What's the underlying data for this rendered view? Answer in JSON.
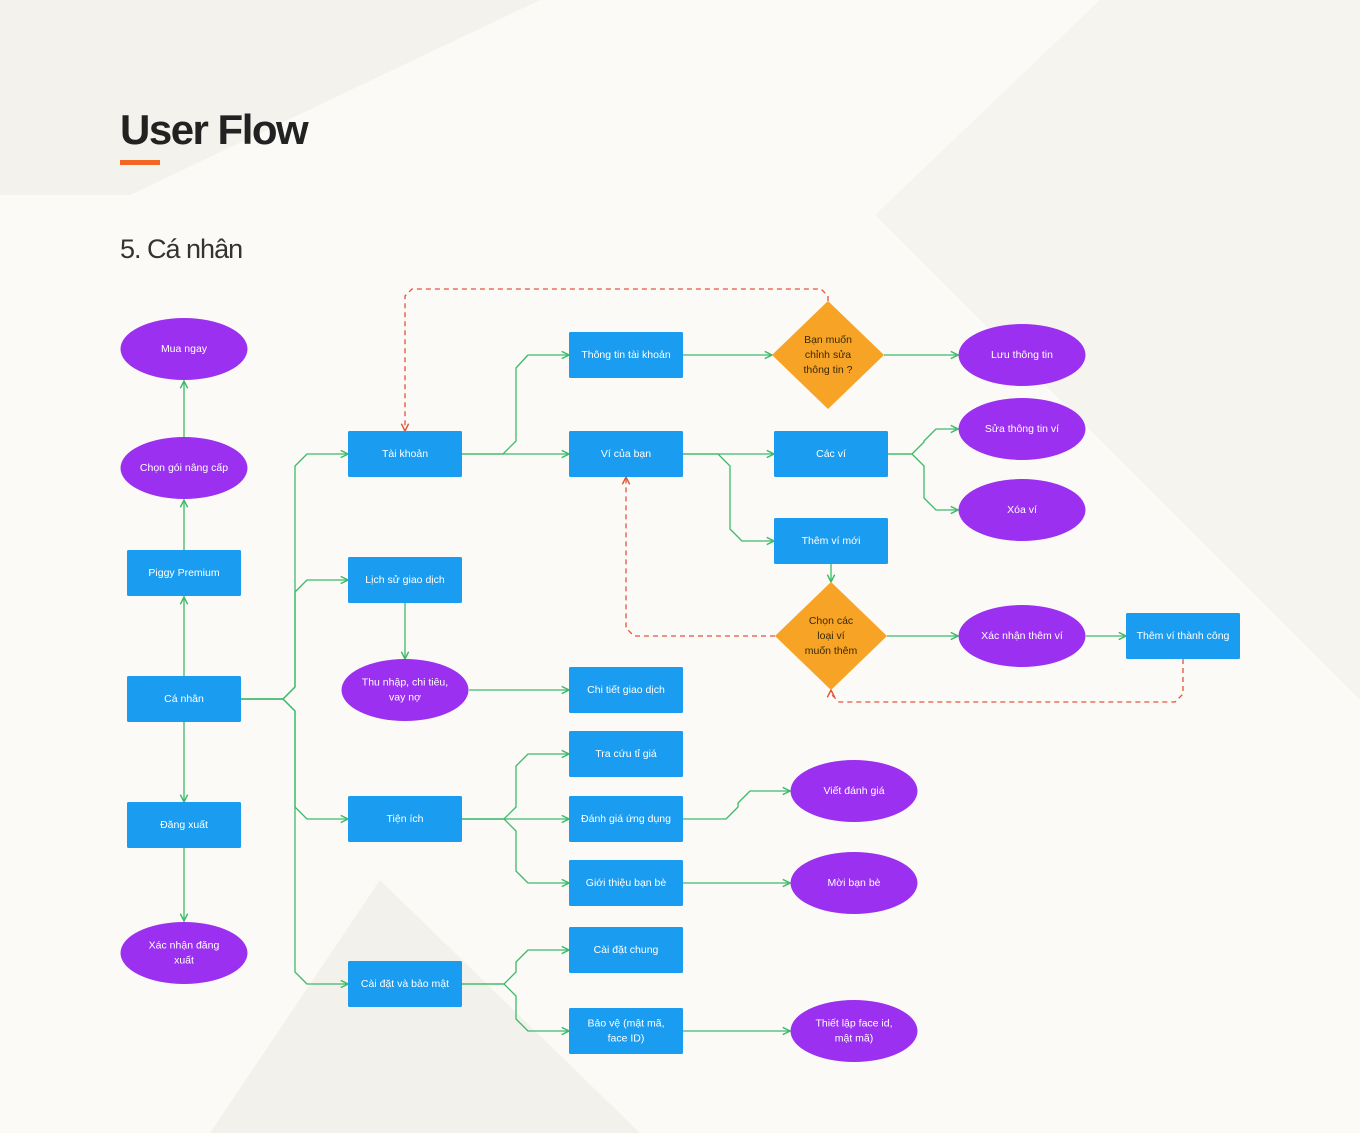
{
  "page": {
    "title": "User Flow",
    "subtitle": "5. Cá nhân"
  },
  "colors": {
    "background": "#fbfaf6",
    "rect": "#1a9cf0",
    "ellipse": "#9b30f0",
    "diamond": "#f7a325",
    "flow_edge": "#3dba6a",
    "loop_edge": "#e2553a",
    "accent": "#f26522"
  },
  "nodes": [
    {
      "id": "ca-nhan",
      "shape": "rect",
      "lines": [
        "Cá nhân"
      ]
    },
    {
      "id": "piggy-premium",
      "shape": "rect",
      "lines": [
        "Piggy Premium"
      ]
    },
    {
      "id": "chon-goi",
      "shape": "ellipse",
      "lines": [
        "Chọn gói nâng cấp"
      ]
    },
    {
      "id": "mua-ngay",
      "shape": "ellipse",
      "lines": [
        "Mua ngay"
      ]
    },
    {
      "id": "dang-xuat",
      "shape": "rect",
      "lines": [
        "Đăng xuất"
      ]
    },
    {
      "id": "xac-nhan-dang-xuat",
      "shape": "ellipse",
      "lines": [
        "Xác nhận đăng",
        "xuất"
      ]
    },
    {
      "id": "tai-khoan",
      "shape": "rect",
      "lines": [
        "Tài khoản"
      ]
    },
    {
      "id": "lich-su",
      "shape": "rect",
      "lines": [
        "Lịch sử giao dịch"
      ]
    },
    {
      "id": "thu-nhap",
      "shape": "ellipse",
      "lines": [
        "Thu nhập, chi tiêu,",
        "vay nợ"
      ]
    },
    {
      "id": "tien-ich",
      "shape": "rect",
      "lines": [
        "Tiện ích"
      ]
    },
    {
      "id": "cai-dat",
      "shape": "rect",
      "lines": [
        "Cài đặt và bảo mật"
      ]
    },
    {
      "id": "thong-tin-tk",
      "shape": "rect",
      "lines": [
        "Thông tin tài khoản"
      ]
    },
    {
      "id": "vi-cua-ban",
      "shape": "rect",
      "lines": [
        "Ví của bạn"
      ]
    },
    {
      "id": "chi-tiet-gd",
      "shape": "rect",
      "lines": [
        "Chi tiết giao dịch"
      ]
    },
    {
      "id": "tra-cuu",
      "shape": "rect",
      "lines": [
        "Tra cứu tỉ giá"
      ]
    },
    {
      "id": "danh-gia",
      "shape": "rect",
      "lines": [
        "Đánh giá ứng dụng"
      ]
    },
    {
      "id": "gioi-thieu",
      "shape": "rect",
      "lines": [
        "Giới thiệu bạn bè"
      ]
    },
    {
      "id": "cai-dat-chung",
      "shape": "rect",
      "lines": [
        "Cài đặt chung"
      ]
    },
    {
      "id": "bao-ve",
      "shape": "rect",
      "lines": [
        "Bảo vệ (mật mã,",
        "face ID)"
      ]
    },
    {
      "id": "ban-muon-sua",
      "shape": "diamond",
      "lines": [
        "Bạn muốn",
        "chỉnh sửa",
        "thông tin ?"
      ]
    },
    {
      "id": "cac-vi",
      "shape": "rect",
      "lines": [
        "Các ví"
      ]
    },
    {
      "id": "them-vi-moi",
      "shape": "rect",
      "lines": [
        "Thêm ví mới"
      ]
    },
    {
      "id": "chon-loai-vi",
      "shape": "diamond",
      "lines": [
        "Chọn các",
        "loại ví",
        "muốn thêm"
      ]
    },
    {
      "id": "luu-thong-tin",
      "shape": "ellipse",
      "lines": [
        "Lưu thông tin"
      ]
    },
    {
      "id": "sua-thong-tin-vi",
      "shape": "ellipse",
      "lines": [
        "Sửa thông tin ví"
      ]
    },
    {
      "id": "xoa-vi",
      "shape": "ellipse",
      "lines": [
        "Xóa ví"
      ]
    },
    {
      "id": "xac-nhan-them-vi",
      "shape": "ellipse",
      "lines": [
        "Xác nhận thêm ví"
      ]
    },
    {
      "id": "them-vi-thanh-cong",
      "shape": "rect",
      "lines": [
        "Thêm ví thành công"
      ]
    },
    {
      "id": "viet-danh-gia",
      "shape": "ellipse",
      "lines": [
        "Viết đánh giá"
      ]
    },
    {
      "id": "moi-ban-be",
      "shape": "ellipse",
      "lines": [
        "Mời bạn bè"
      ]
    },
    {
      "id": "thiet-lap-face",
      "shape": "ellipse",
      "lines": [
        "Thiết lập face id,",
        "mật mã)"
      ]
    }
  ],
  "edges": [
    {
      "from": "ca-nhan",
      "to": "piggy-premium",
      "style": "flow"
    },
    {
      "from": "piggy-premium",
      "to": "chon-goi",
      "style": "flow"
    },
    {
      "from": "chon-goi",
      "to": "mua-ngay",
      "style": "flow"
    },
    {
      "from": "ca-nhan",
      "to": "dang-xuat",
      "style": "flow"
    },
    {
      "from": "dang-xuat",
      "to": "xac-nhan-dang-xuat",
      "style": "flow"
    },
    {
      "from": "ca-nhan",
      "to": "tai-khoan",
      "style": "flow"
    },
    {
      "from": "ca-nhan",
      "to": "lich-su",
      "style": "flow"
    },
    {
      "from": "ca-nhan",
      "to": "tien-ich",
      "style": "flow"
    },
    {
      "from": "ca-nhan",
      "to": "cai-dat",
      "style": "flow"
    },
    {
      "from": "tai-khoan",
      "to": "thong-tin-tk",
      "style": "flow"
    },
    {
      "from": "tai-khoan",
      "to": "vi-cua-ban",
      "style": "flow"
    },
    {
      "from": "thong-tin-tk",
      "to": "ban-muon-sua",
      "style": "flow"
    },
    {
      "from": "ban-muon-sua",
      "to": "luu-thong-tin",
      "style": "flow"
    },
    {
      "from": "ban-muon-sua",
      "to": "tai-khoan",
      "style": "loop"
    },
    {
      "from": "vi-cua-ban",
      "to": "cac-vi",
      "style": "flow"
    },
    {
      "from": "vi-cua-ban",
      "to": "them-vi-moi",
      "style": "flow"
    },
    {
      "from": "cac-vi",
      "to": "sua-thong-tin-vi",
      "style": "flow"
    },
    {
      "from": "cac-vi",
      "to": "xoa-vi",
      "style": "flow"
    },
    {
      "from": "them-vi-moi",
      "to": "chon-loai-vi",
      "style": "flow"
    },
    {
      "from": "chon-loai-vi",
      "to": "xac-nhan-them-vi",
      "style": "flow"
    },
    {
      "from": "xac-nhan-them-vi",
      "to": "them-vi-thanh-cong",
      "style": "flow"
    },
    {
      "from": "chon-loai-vi",
      "to": "vi-cua-ban",
      "style": "loop"
    },
    {
      "from": "them-vi-thanh-cong",
      "to": "chon-loai-vi",
      "style": "loop"
    },
    {
      "from": "lich-su",
      "to": "thu-nhap",
      "style": "flow"
    },
    {
      "from": "thu-nhap",
      "to": "chi-tiet-gd",
      "style": "flow"
    },
    {
      "from": "tien-ich",
      "to": "tra-cuu",
      "style": "flow"
    },
    {
      "from": "tien-ich",
      "to": "danh-gia",
      "style": "flow"
    },
    {
      "from": "tien-ich",
      "to": "gioi-thieu",
      "style": "flow"
    },
    {
      "from": "danh-gia",
      "to": "viet-danh-gia",
      "style": "flow"
    },
    {
      "from": "gioi-thieu",
      "to": "moi-ban-be",
      "style": "flow"
    },
    {
      "from": "cai-dat",
      "to": "cai-dat-chung",
      "style": "flow"
    },
    {
      "from": "cai-dat",
      "to": "bao-ve",
      "style": "flow"
    },
    {
      "from": "bao-ve",
      "to": "thiet-lap-face",
      "style": "flow"
    }
  ]
}
